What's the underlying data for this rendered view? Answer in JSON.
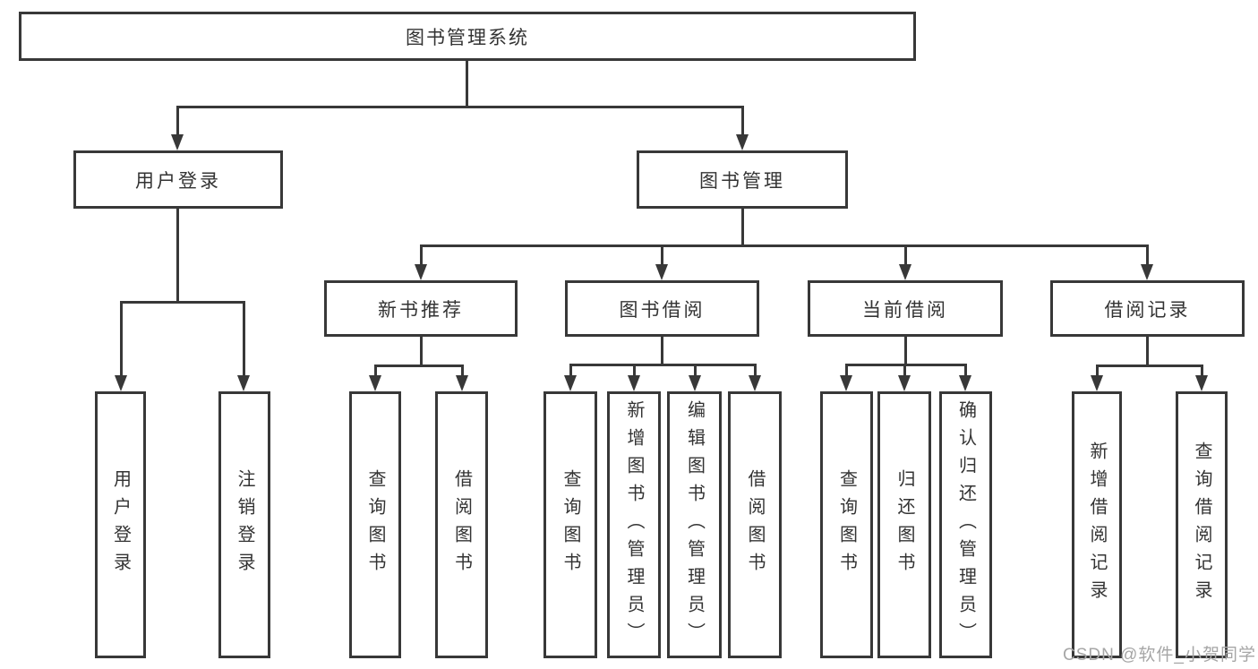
{
  "diagram_type": "tree",
  "nodes": {
    "root": "图书管理系统",
    "user_login": "用户登录",
    "book_mgmt": "图书管理",
    "new_book_rec": "新书推荐",
    "book_borrow": "图书借阅",
    "current_borrow": "当前借阅",
    "borrow_records": "借阅记录",
    "leaf_user_login": "用户登录",
    "leaf_logout": "注销登录",
    "leaf_query_book_a": "查询图书",
    "leaf_borrow_book_a": "借阅图书",
    "leaf_query_book_b": "查询图书",
    "leaf_add_book": "新增图书（管理员）",
    "leaf_edit_book": "编辑图书（管理员）",
    "leaf_borrow_book_b": "借阅图书",
    "leaf_query_book_c": "查询图书",
    "leaf_return_book": "归还图书",
    "leaf_confirm_return": "确认归还（管理员）",
    "leaf_add_record": "新增借阅记录",
    "leaf_query_record": "查询借阅记录"
  },
  "hierarchy": {
    "图书管理系统": {
      "用户登录": [
        "用户登录",
        "注销登录"
      ],
      "图书管理": {
        "新书推荐": [
          "查询图书",
          "借阅图书"
        ],
        "图书借阅": [
          "查询图书",
          "新增图书（管理员）",
          "编辑图书（管理员）",
          "借阅图书"
        ],
        "当前借阅": [
          "查询图书",
          "归还图书",
          "确认归还（管理员）"
        ],
        "借阅记录": [
          "新增借阅记录",
          "查询借阅记录"
        ]
      }
    }
  },
  "watermark": {
    "text": "CSDN @软件_小贺同学"
  },
  "colors": {
    "line": "#383838",
    "text": "#333333",
    "watermark": "#a6a6a6",
    "background": "#ffffff"
  }
}
